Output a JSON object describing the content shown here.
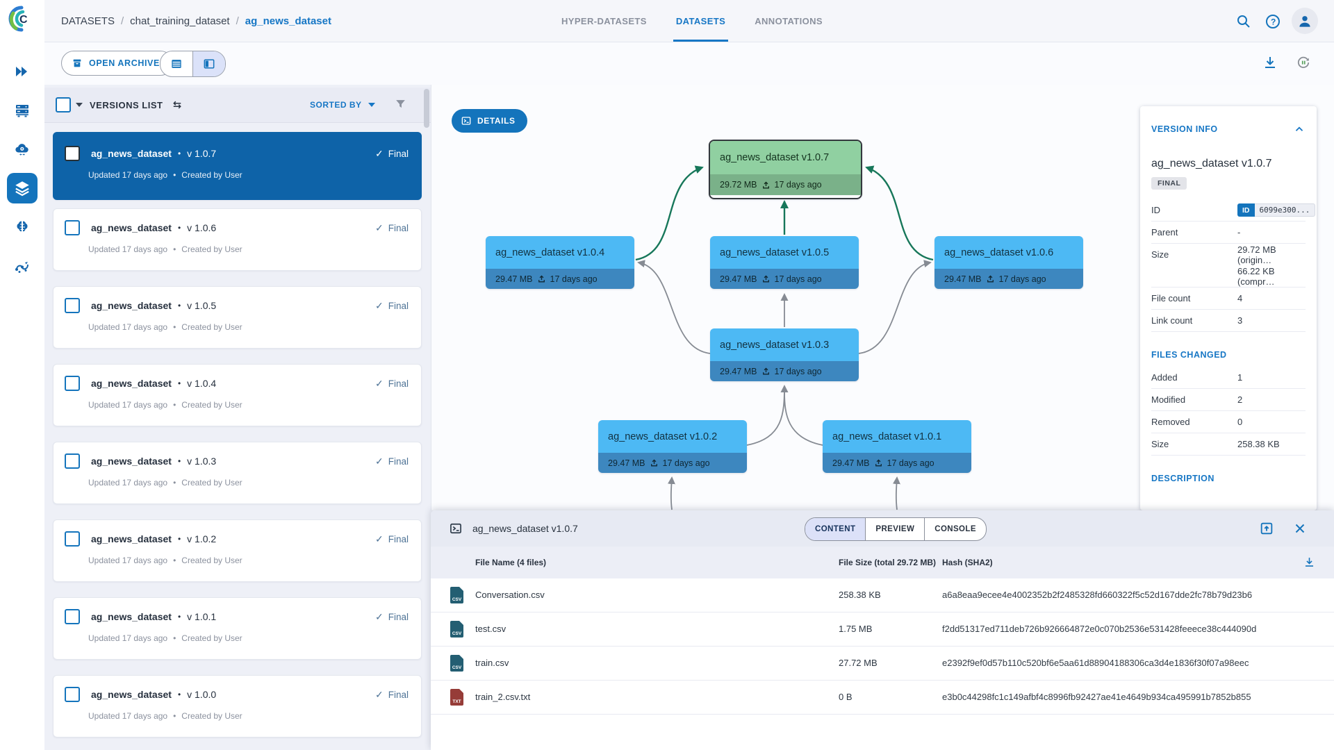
{
  "colors": {
    "accent": "#1474bc",
    "breadcrumb_active": "#1777c5",
    "selected_item_bg": "#0e63a8",
    "node_blue": "#4db9f4",
    "node_blue_strip": "#3d87bf",
    "node_green": "#90d0a1",
    "node_green_strip": "#7ab189",
    "edge_gray": "#868b93",
    "edge_green": "#17775a",
    "csv_icon": "#235e72",
    "txt_icon": "#963c38"
  },
  "sidebar": {
    "icons": [
      "expand-sidebar",
      "workers-queues",
      "remote-sessions",
      "datasets",
      "models",
      "pipelines"
    ],
    "active": "datasets"
  },
  "header": {
    "breadcrumb": [
      "DATASETS",
      "chat_training_dataset",
      "ag_news_dataset"
    ],
    "tabs": [
      {
        "label": "HYPER-DATASETS",
        "active": false
      },
      {
        "label": "DATASETS",
        "active": true
      },
      {
        "label": "ANNOTATIONS",
        "active": false
      }
    ]
  },
  "toolbar": {
    "open_archive": "OPEN ARCHIVE"
  },
  "versions_list": {
    "title": "VERSIONS LIST",
    "sorted_by": "SORTED BY",
    "items": [
      {
        "name": "ag_news_dataset",
        "version": "v 1.0.7",
        "status": "Final",
        "updated": "Updated 17 days ago",
        "created": "Created by User",
        "selected": true
      },
      {
        "name": "ag_news_dataset",
        "version": "v 1.0.6",
        "status": "Final",
        "updated": "Updated 17 days ago",
        "created": "Created by User",
        "selected": false
      },
      {
        "name": "ag_news_dataset",
        "version": "v 1.0.5",
        "status": "Final",
        "updated": "Updated 17 days ago",
        "created": "Created by User",
        "selected": false
      },
      {
        "name": "ag_news_dataset",
        "version": "v 1.0.4",
        "status": "Final",
        "updated": "Updated 17 days ago",
        "created": "Created by User",
        "selected": false
      },
      {
        "name": "ag_news_dataset",
        "version": "v 1.0.3",
        "status": "Final",
        "updated": "Updated 17 days ago",
        "created": "Created by User",
        "selected": false
      },
      {
        "name": "ag_news_dataset",
        "version": "v 1.0.2",
        "status": "Final",
        "updated": "Updated 17 days ago",
        "created": "Created by User",
        "selected": false
      },
      {
        "name": "ag_news_dataset",
        "version": "v 1.0.1",
        "status": "Final",
        "updated": "Updated 17 days ago",
        "created": "Created by User",
        "selected": false
      },
      {
        "name": "ag_news_dataset",
        "version": "v 1.0.0",
        "status": "Final",
        "updated": "Updated 17 days ago",
        "created": "Created by User",
        "selected": false
      }
    ]
  },
  "graph": {
    "details": "DETAILS",
    "nodes": [
      {
        "title": "ag_news_dataset v1.0.7",
        "size": "29.72 MB",
        "age": "17 days ago",
        "selected": true
      },
      {
        "title": "ag_news_dataset v1.0.4",
        "size": "29.47 MB",
        "age": "17 days ago",
        "selected": false
      },
      {
        "title": "ag_news_dataset v1.0.5",
        "size": "29.47 MB",
        "age": "17 days ago",
        "selected": false
      },
      {
        "title": "ag_news_dataset v1.0.6",
        "size": "29.47 MB",
        "age": "17 days ago",
        "selected": false
      },
      {
        "title": "ag_news_dataset v1.0.3",
        "size": "29.47 MB",
        "age": "17 days ago",
        "selected": false
      },
      {
        "title": "ag_news_dataset v1.0.2",
        "size": "29.47 MB",
        "age": "17 days ago",
        "selected": false
      },
      {
        "title": "ag_news_dataset v1.0.1",
        "size": "29.47 MB",
        "age": "17 days ago",
        "selected": false
      }
    ]
  },
  "version_info": {
    "title": "VERSION INFO",
    "name": "ag_news_dataset v1.0.7",
    "badge": "FINAL",
    "id_label": "ID",
    "id_chip": "ID",
    "id_value": "6099e300...",
    "parent_label": "Parent",
    "parent_value": "-",
    "size_label": "Size",
    "size_original": "29.72 MB (origin…",
    "size_compressed": "66.22 KB (compr…",
    "file_count_label": "File count",
    "file_count": "4",
    "link_count_label": "Link count",
    "link_count": "3",
    "files_changed": {
      "title": "FILES CHANGED",
      "added_label": "Added",
      "added": "1",
      "modified_label": "Modified",
      "modified": "2",
      "removed_label": "Removed",
      "removed": "0",
      "size_label": "Size",
      "size": "258.38 KB"
    },
    "description_title": "DESCRIPTION"
  },
  "content_panel": {
    "title": "ag_news_dataset v1.0.7",
    "tabs": [
      {
        "label": "CONTENT",
        "active": true
      },
      {
        "label": "PREVIEW",
        "active": false
      },
      {
        "label": "CONSOLE",
        "active": false
      }
    ],
    "columns": {
      "name": "File Name (4 files)",
      "size": "File Size (total 29.72 MB)",
      "hash": "Hash (SHA2)"
    },
    "rows": [
      {
        "type": "csv",
        "badge": "CSV",
        "name": "Conversation.csv",
        "size": "258.38 KB",
        "hash": "a6a8eaa9ecee4e4002352b2f2485328fd660322f5c52d167dde2fc78b79d23b6"
      },
      {
        "type": "csv",
        "badge": "CSV",
        "name": "test.csv",
        "size": "1.75 MB",
        "hash": "f2dd51317ed711deb726b926664872e0c070b2536e531428feeece38c444090d"
      },
      {
        "type": "csv",
        "badge": "CSV",
        "name": "train.csv",
        "size": "27.72 MB",
        "hash": "e2392f9ef0d57b110c520bf6e5aa61d88904188306ca3d4e1836f30f07a98eec"
      },
      {
        "type": "txt",
        "badge": "TXT",
        "name": "train_2.csv.txt",
        "size": "0 B",
        "hash": "e3b0c44298fc1c149afbf4c8996fb92427ae41e4649b934ca495991b7852b855"
      }
    ]
  }
}
